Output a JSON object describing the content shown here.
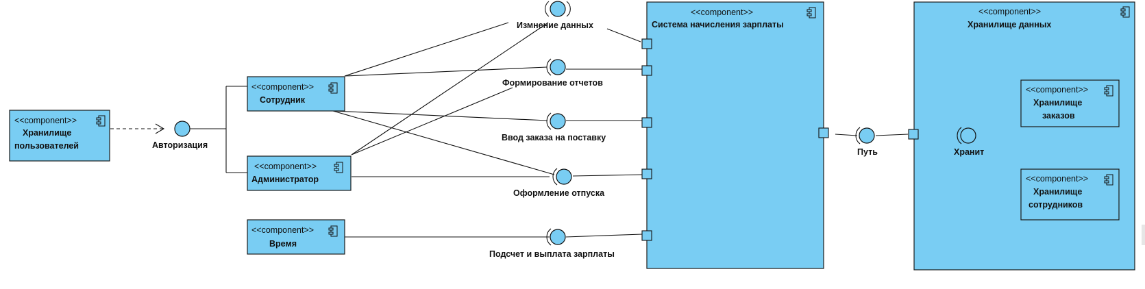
{
  "components": {
    "user_storage": {
      "stereotype": "<<component>>",
      "name_line1": "Хранилище",
      "name_line2": "пользователей"
    },
    "employee": {
      "stereotype": "<<component>>",
      "name": "Сотрудник"
    },
    "admin": {
      "stereotype": "<<component>>",
      "name": "Администратор"
    },
    "time": {
      "stereotype": "<<component>>",
      "name": "Время"
    },
    "payroll_system": {
      "stereotype": "<<component>>",
      "name": "Система начисления зарплаты"
    },
    "data_storage": {
      "stereotype": "<<component>>",
      "name": "Хранилище данных"
    },
    "orders_storage": {
      "stereotype": "<<component>>",
      "name_line1": "Хранилище",
      "name_line2": "заказов"
    },
    "employees_storage": {
      "stereotype": "<<component>>",
      "name_line1": "Хранилище",
      "name_line2": "сотрудников"
    }
  },
  "interfaces": {
    "auth": "Авторизация",
    "data_change": "Измнение данных",
    "reports": "Формирование отчетов",
    "order_input": "Ввод заказа на поставку",
    "vacation": "Оформление отпуска",
    "payroll_calc": "Подсчет и выплата зарплаты",
    "path": "Путь",
    "stores": "Хранит"
  },
  "colors": {
    "component_fill": "#79cdf3",
    "stroke": "#111111"
  },
  "icons": [
    "component-icon",
    "provided-interface-icon",
    "required-interface-icon",
    "port-icon"
  ]
}
